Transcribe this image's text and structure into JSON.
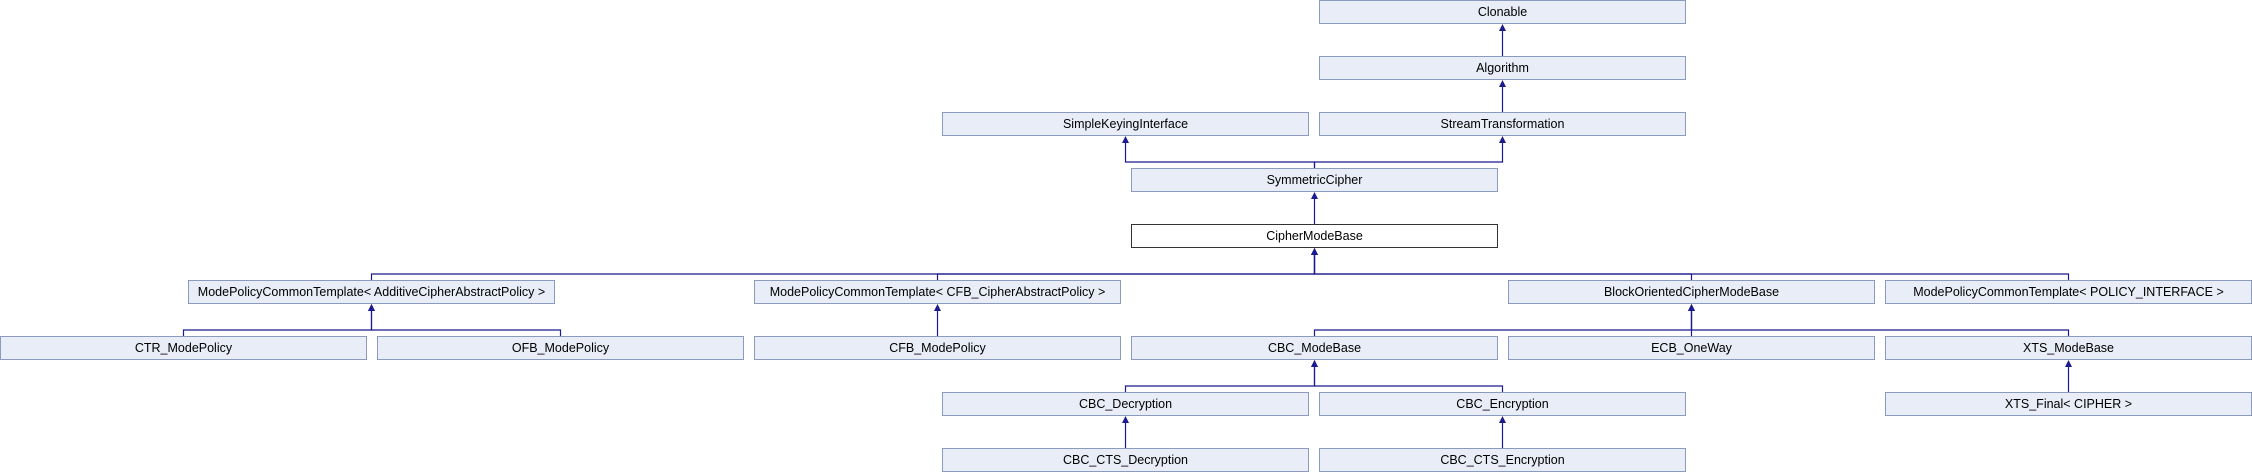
{
  "diagram": {
    "type": "inheritance",
    "nodes": {
      "clonable": "Clonable",
      "algorithm": "Algorithm",
      "simple_keying_interface": "SimpleKeyingInterface",
      "stream_transformation": "StreamTransformation",
      "symmetric_cipher": "SymmetricCipher",
      "cipher_mode_base": "CipherModeBase",
      "mpct_additive": "ModePolicyCommonTemplate< AdditiveCipherAbstractPolicy >",
      "mpct_cfb": "ModePolicyCommonTemplate< CFB_CipherAbstractPolicy >",
      "block_oriented": "BlockOrientedCipherModeBase",
      "mpct_policy": "ModePolicyCommonTemplate< POLICY_INTERFACE >",
      "ctr_mode_policy": "CTR_ModePolicy",
      "ofb_mode_policy": "OFB_ModePolicy",
      "cfb_mode_policy": "CFB_ModePolicy",
      "cbc_mode_base": "CBC_ModeBase",
      "ecb_oneway": "ECB_OneWay",
      "xts_mode_base": "XTS_ModeBase",
      "cbc_decryption": "CBC_Decryption",
      "cbc_encryption": "CBC_Encryption",
      "xts_final": "XTS_Final< CIPHER >",
      "cbc_cts_decryption": "CBC_CTS_Decryption",
      "cbc_cts_encryption": "CBC_CTS_Encryption"
    },
    "current": "cipher_mode_base",
    "edges": [
      {
        "child": "algorithm",
        "parent": "clonable"
      },
      {
        "child": "stream_transformation",
        "parent": "algorithm"
      },
      {
        "child": "symmetric_cipher",
        "parent": "simple_keying_interface"
      },
      {
        "child": "symmetric_cipher",
        "parent": "stream_transformation"
      },
      {
        "child": "cipher_mode_base",
        "parent": "symmetric_cipher"
      },
      {
        "child": "mpct_additive",
        "parent": "cipher_mode_base"
      },
      {
        "child": "mpct_cfb",
        "parent": "cipher_mode_base"
      },
      {
        "child": "block_oriented",
        "parent": "cipher_mode_base"
      },
      {
        "child": "mpct_policy",
        "parent": "cipher_mode_base"
      },
      {
        "child": "ctr_mode_policy",
        "parent": "mpct_additive"
      },
      {
        "child": "ofb_mode_policy",
        "parent": "mpct_additive"
      },
      {
        "child": "cfb_mode_policy",
        "parent": "mpct_cfb"
      },
      {
        "child": "cbc_mode_base",
        "parent": "block_oriented"
      },
      {
        "child": "ecb_oneway",
        "parent": "block_oriented"
      },
      {
        "child": "xts_mode_base",
        "parent": "block_oriented"
      },
      {
        "child": "cbc_decryption",
        "parent": "cbc_mode_base"
      },
      {
        "child": "cbc_encryption",
        "parent": "cbc_mode_base"
      },
      {
        "child": "xts_final",
        "parent": "xts_mode_base"
      },
      {
        "child": "cbc_cts_decryption",
        "parent": "cbc_decryption"
      },
      {
        "child": "cbc_cts_encryption",
        "parent": "cbc_encryption"
      }
    ]
  }
}
